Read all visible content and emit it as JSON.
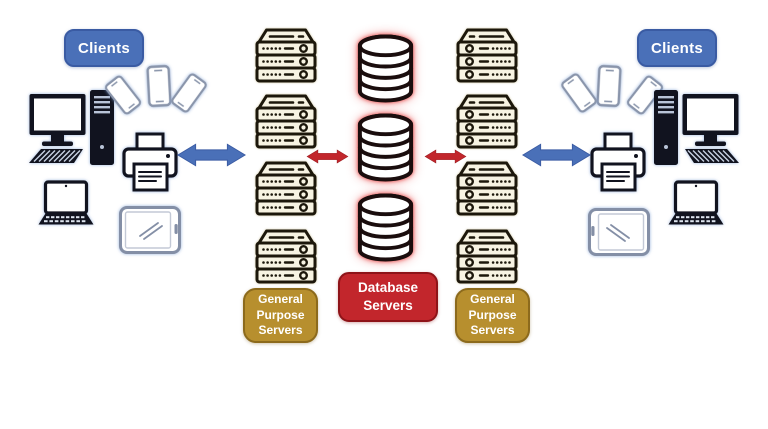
{
  "clients_left": {
    "label": "Clients",
    "devices": [
      "desktop-computer",
      "smartphone",
      "smartphone",
      "smartphone",
      "printer",
      "laptop",
      "tablet"
    ]
  },
  "clients_right": {
    "label": "Clients",
    "devices": [
      "smartphone",
      "smartphone",
      "smartphone",
      "desktop-computer",
      "printer",
      "laptop",
      "tablet"
    ]
  },
  "general_servers_left": {
    "label": "General Purpose Servers",
    "server_count": 4,
    "icon": "rack-server-icon"
  },
  "general_servers_right": {
    "label": "General Purpose Servers",
    "server_count": 4,
    "icon": "rack-server-icon"
  },
  "database_servers": {
    "label": "Database Servers",
    "cylinder_count": 3,
    "icon": "database-cylinder-icon"
  },
  "arrows": [
    {
      "name": "clients-left-general-left",
      "direction": "bidirectional",
      "color": "#4a70b8"
    },
    {
      "name": "general-left-database",
      "direction": "bidirectional",
      "color": "#c2262c"
    },
    {
      "name": "database-general-right",
      "direction": "bidirectional",
      "color": "#c2262c"
    },
    {
      "name": "general-right-clients-right",
      "direction": "bidirectional",
      "color": "#4a70b8"
    }
  ],
  "colors": {
    "client_badge_blue": "#4a70b8",
    "client_badge_border": "#3a5ba3",
    "arrow_blue": "#4a70b8",
    "general_badge_gold": "#b78f2e",
    "general_badge_border": "#8c6a1c",
    "database_badge_red": "#c2262c",
    "database_badge_border": "#8e1318",
    "arrow_red": "#c2262c",
    "server_fill_cream": "#f7f3e2",
    "icon_outline_dark": "#1c170b",
    "background": "#ffffff"
  }
}
